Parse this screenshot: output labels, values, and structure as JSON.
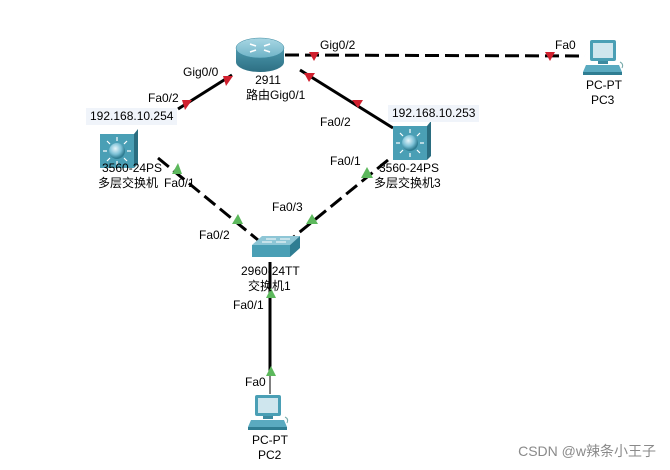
{
  "devices": {
    "router": {
      "model": "2911",
      "name": "路由器",
      "model_visible": "2911",
      "name_visible": "路由"
    },
    "ml_switch_left": {
      "model": "3560-24PS",
      "name": "多层交换机",
      "ip": "192.168.10.254"
    },
    "ml_switch_right": {
      "model": "3560-24PS",
      "name": "多层交换机3",
      "ip": "192.168.10.253"
    },
    "switch1": {
      "model": "2960-24TT",
      "name": "交换机1"
    },
    "pc2": {
      "model": "PC-PT",
      "name": "PC2"
    },
    "pc3": {
      "model": "PC-PT",
      "name": "PC3"
    }
  },
  "links": [
    {
      "from": "router",
      "from_port": "Gig0/0",
      "to": "ml_switch_left",
      "to_port": "Fa0/2",
      "style": "solid",
      "status": "down"
    },
    {
      "from": "router",
      "from_port": "Gig0/1",
      "to": "ml_switch_right",
      "to_port": "Fa0/2",
      "style": "solid",
      "status": "down"
    },
    {
      "from": "router",
      "from_port": "Gig0/2",
      "to": "pc3",
      "to_port": "Fa0",
      "style": "dashed",
      "status": "down"
    },
    {
      "from": "ml_switch_left",
      "from_port": "Fa0/1",
      "to": "switch1",
      "to_port": "Fa0/2",
      "style": "dashed",
      "status": "up"
    },
    {
      "from": "ml_switch_right",
      "from_port": "Fa0/1",
      "to": "switch1",
      "to_port": "Fa0/3",
      "style": "dashed",
      "status": "up"
    },
    {
      "from": "switch1",
      "from_port": "Fa0/1",
      "to": "pc2",
      "to_port": "Fa0",
      "style": "solid",
      "status": "up"
    }
  ],
  "port_labels": {
    "r_gig00": "Gig0/0",
    "r_gig01": "Gig0/1",
    "r_gig02": "Gig0/2",
    "mls1_fa02": "Fa0/2",
    "mls1_fa01": "Fa0/1",
    "mls3_fa02": "Fa0/2",
    "mls3_fa01": "Fa0/1",
    "sw1_fa02": "Fa0/2",
    "sw1_fa03": "Fa0/3",
    "sw1_fa01": "Fa0/1",
    "pc2_fa0": "Fa0",
    "pc3_fa0": "Fa0"
  },
  "colors": {
    "link_down": "#d0202e",
    "link_up": "#5cb85c",
    "device_teal": "#4a9fb5",
    "ip_bg": "#f0f4fa"
  },
  "watermark": "CSDN @w辣条小王子"
}
